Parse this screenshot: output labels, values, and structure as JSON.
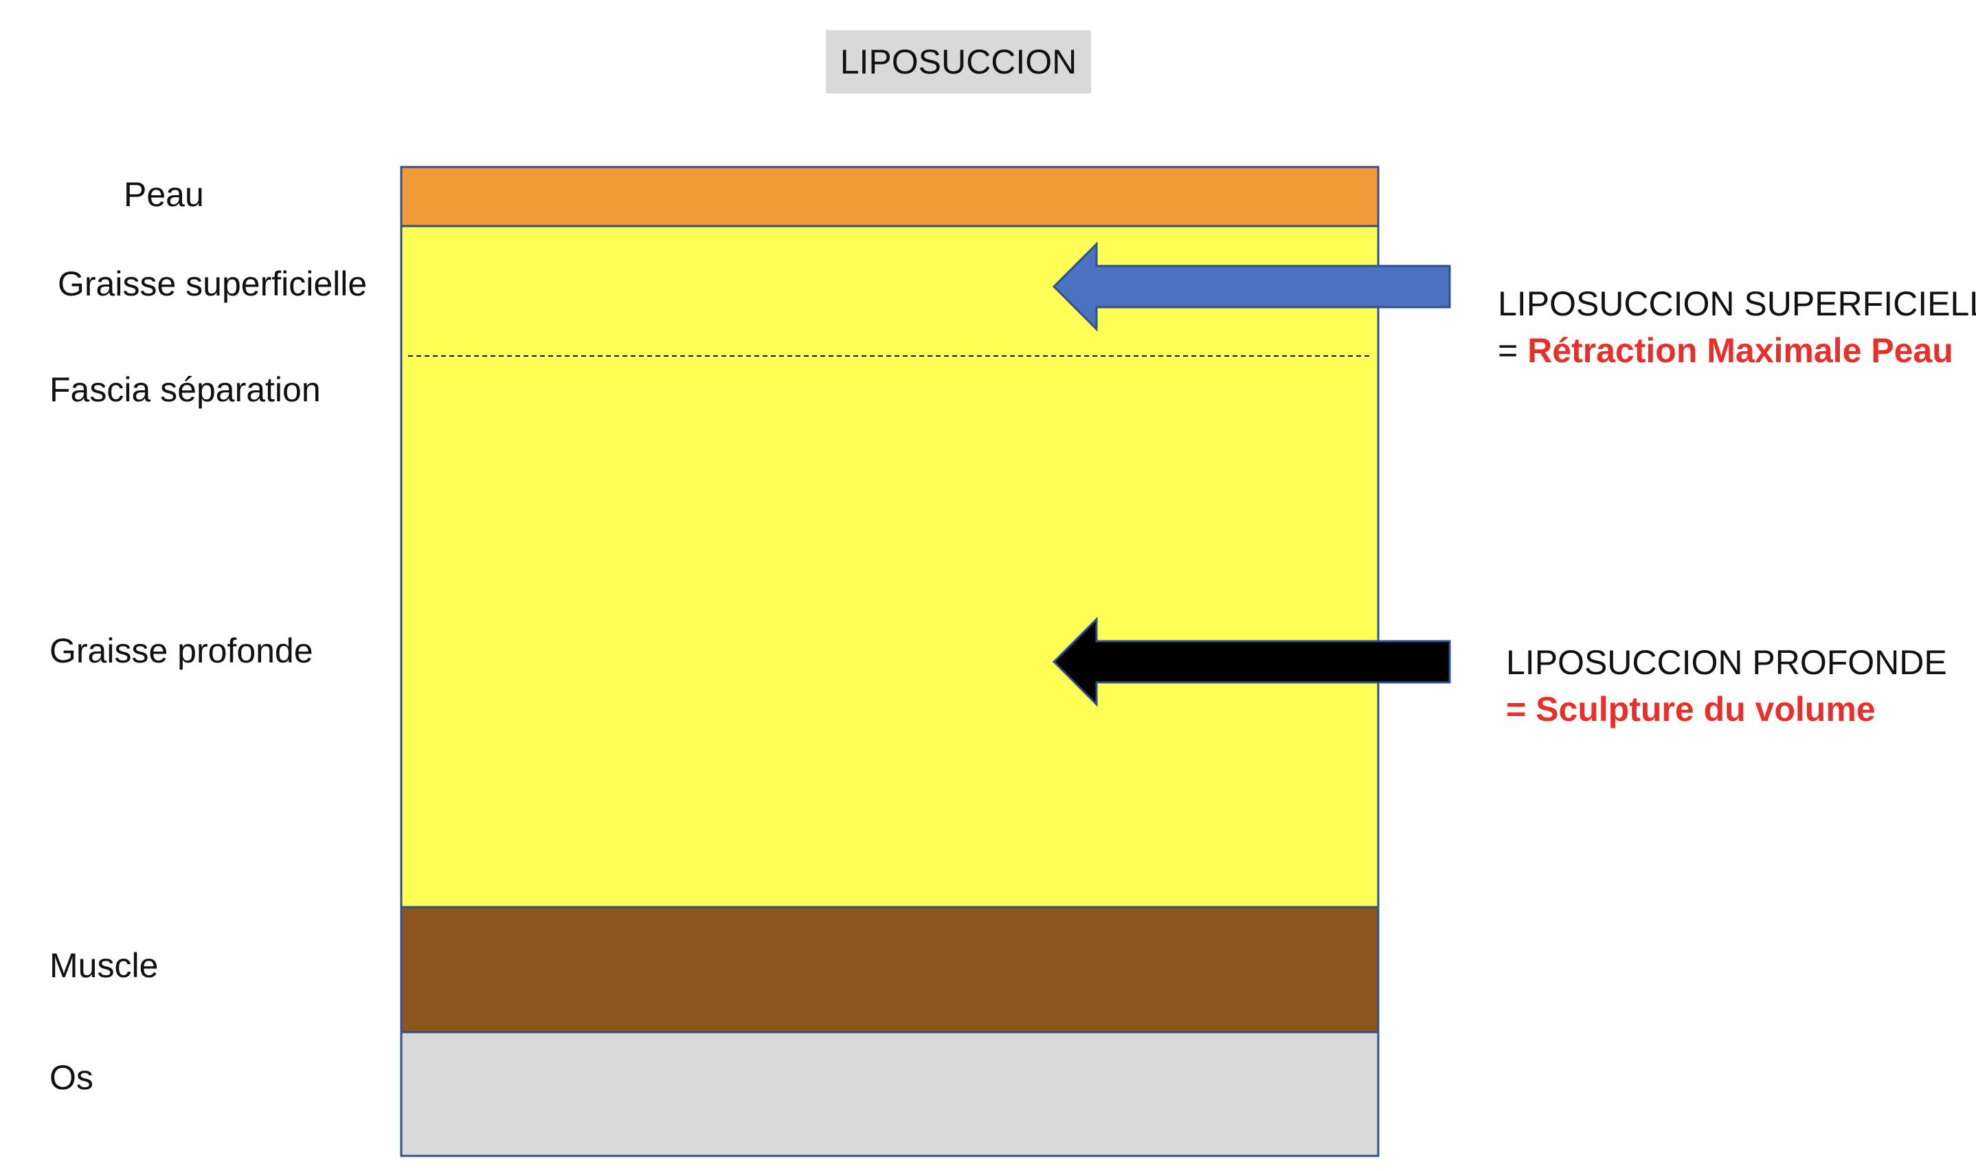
{
  "title": "LIPOSUCCION",
  "layers": {
    "peau": "Peau",
    "graisse_superficielle": "Graisse superficielle",
    "fascia": "Fascia séparation",
    "graisse_profonde": "Graisse profonde",
    "muscle": "Muscle",
    "os": "Os"
  },
  "annotations": {
    "superficielle": {
      "heading": "LIPOSUCCION SUPERFICIELLE",
      "prefix": "= ",
      "effect": "Rétraction Maximale Peau",
      "arrow_color": "#4a72bf"
    },
    "profonde": {
      "heading": "LIPOSUCCION PROFONDE",
      "effect": "= Sculpture du volume",
      "arrow_color": "#000000"
    }
  },
  "colors": {
    "peau": "#f19a38",
    "graisse": "#ffff55",
    "muscle": "#8b561e",
    "os": "#d9d9d9",
    "border": "#2f4f8f",
    "highlight": "#e8302a"
  }
}
